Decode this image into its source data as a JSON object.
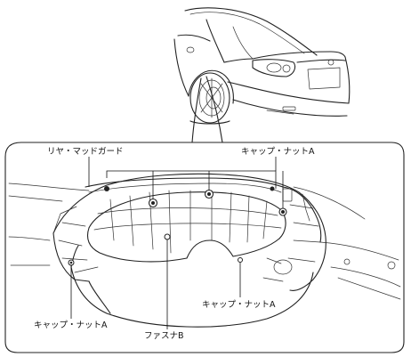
{
  "labels": {
    "rear_mudguard": "リヤ・マッドガード",
    "cap_nut_a_top": "キャップ・ナットA",
    "cap_nut_a_left": "キャップ・ナットA",
    "cap_nut_a_right": "キャップ・ナットA",
    "fastener_b": "ファスナB"
  },
  "colors": {
    "line": "#222222",
    "background": "#ffffff"
  }
}
